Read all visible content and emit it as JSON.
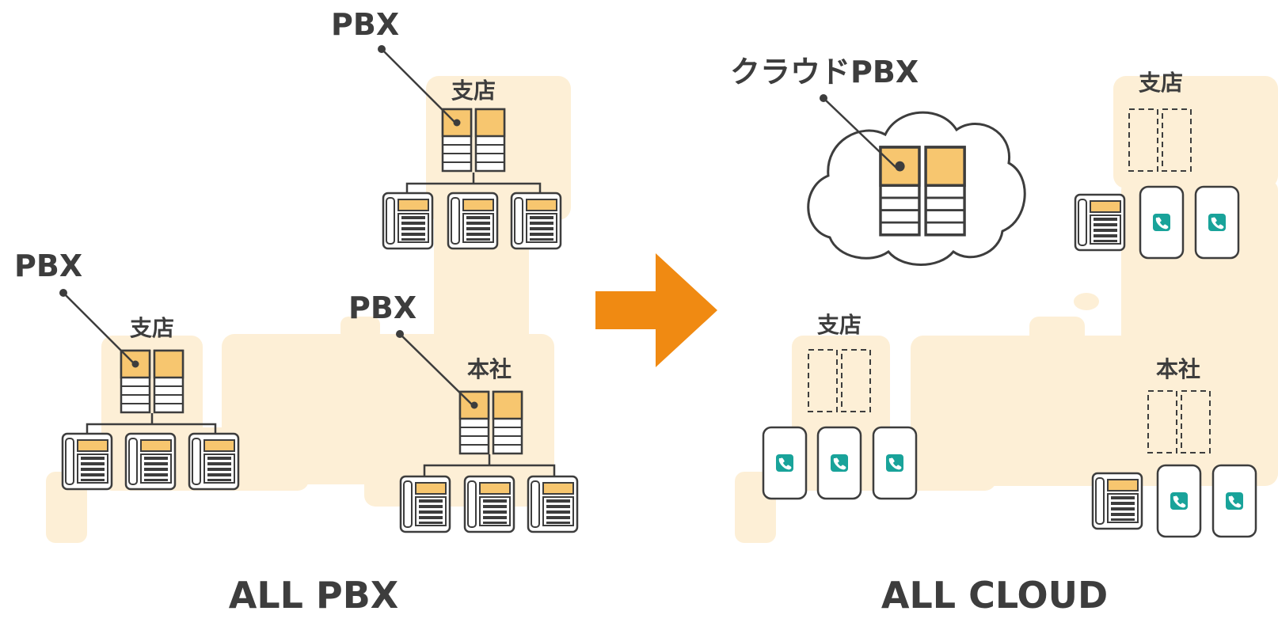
{
  "left_panel": {
    "title": "ALL PBX",
    "pbx_label_top": "PBX",
    "pbx_label_left": "PBX",
    "pbx_label_mid": "PBX",
    "branch_top_label": "支店",
    "branch_left_label": "支店",
    "hq_label": "本社"
  },
  "right_panel": {
    "title": "ALL CLOUD",
    "cloud_pbx_label": "クラウドPBX",
    "branch_top_label": "支店",
    "branch_left_label": "支店",
    "hq_label": "本社"
  },
  "colors": {
    "map": "#fdefd6",
    "pbx_fill": "#f7c66f",
    "outline": "#3d3d3d",
    "arrow": "#f08a12",
    "phone_icon": "#19a39a"
  },
  "icons": {
    "arrow": "arrow-right-icon",
    "pbx": "pbx-server-icon",
    "desk_phone": "desk-phone-icon",
    "smartphone": "smartphone-icon",
    "cloud": "cloud-icon"
  }
}
